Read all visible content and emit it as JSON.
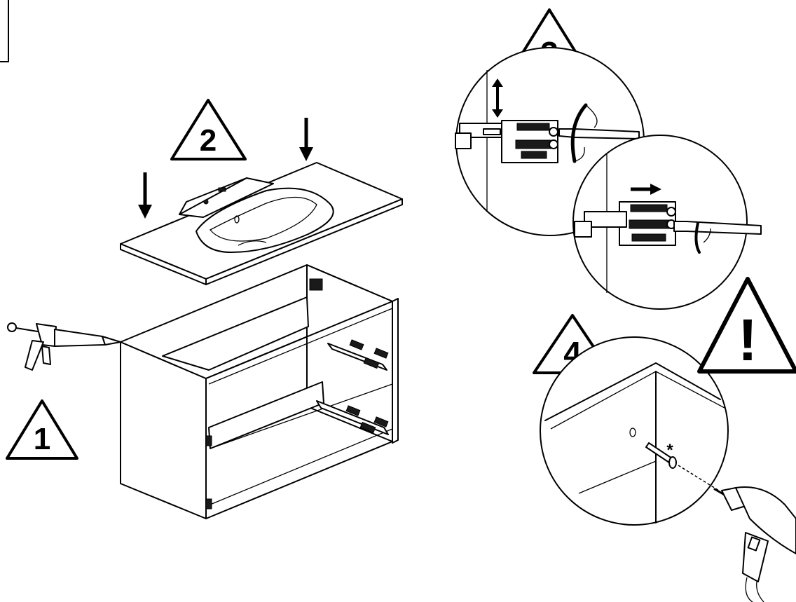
{
  "steps": [
    {
      "label": "1"
    },
    {
      "label": "2"
    },
    {
      "label": "3"
    },
    {
      "label": "4"
    }
  ],
  "warning": {
    "symbol": "!"
  },
  "annotation": {
    "asterisk": "*"
  },
  "icons": {
    "sealant_gun": "caulking-gun-icon",
    "drill": "power-drill-icon",
    "down_arrow": "arrow-down-icon",
    "bracket": "hanging-bracket-icon"
  }
}
